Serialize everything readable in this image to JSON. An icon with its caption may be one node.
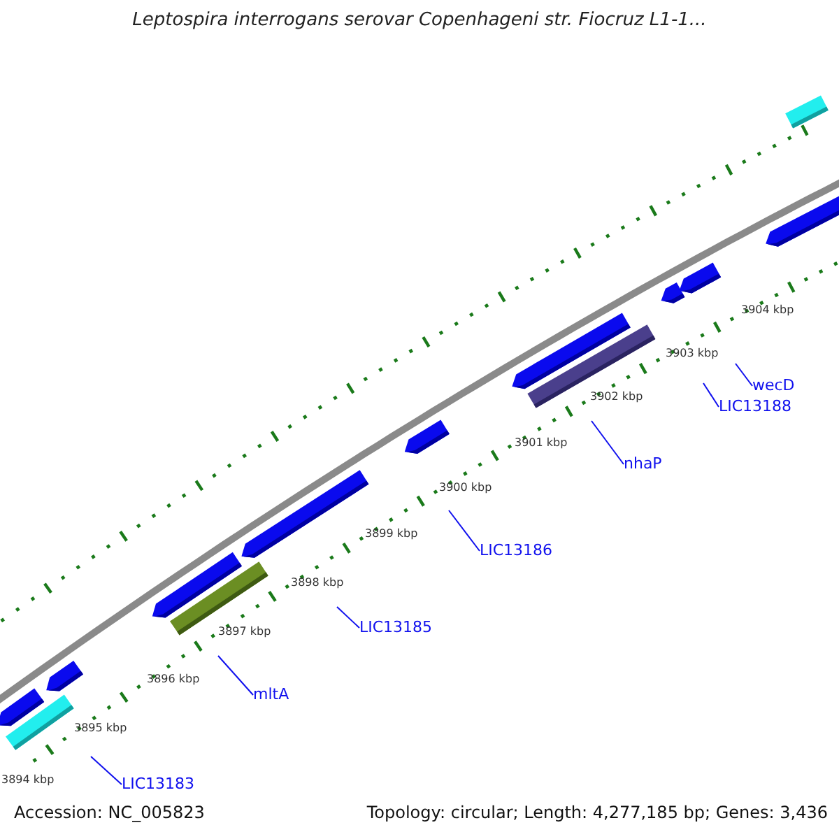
{
  "diagram": {
    "title": "Leptospira interrogans serovar Copenhageni str. Fiocruz L1-1...",
    "nodes": [
      {
        "text": [
          "LIC13183"
        ]
      },
      {
        "text": [
          "mltA"
        ]
      },
      {
        "text": [
          "LIC13185"
        ]
      },
      {
        "text": [
          "LIC13186"
        ]
      },
      {
        "text": [
          "nhaP"
        ]
      },
      {
        "text": [
          "LIC13188"
        ]
      },
      {
        "text": [
          "wecD"
        ]
      }
    ],
    "edges": [
      {
        "from": 0,
        "to": null,
        "arrow": "none"
      },
      {
        "from": 1,
        "to": null,
        "arrow": "none"
      },
      {
        "from": 2,
        "to": null,
        "arrow": "none"
      },
      {
        "from": 3,
        "to": null,
        "arrow": "none"
      },
      {
        "from": 4,
        "to": null,
        "arrow": "none"
      },
      {
        "from": 5,
        "to": null,
        "arrow": "none"
      },
      {
        "from": 6,
        "to": null,
        "arrow": "none"
      }
    ],
    "labels": [
      "3894 kbp",
      "3895 kbp",
      "3896 kbp",
      "3897 kbp",
      "3898 kbp",
      "3899 kbp",
      "3900 kbp",
      "3901 kbp",
      "3902 kbp",
      "3903 kbp",
      "3904 kbp",
      "Accession: NC_005823",
      "Topology: circular; Length: 4,277,185 bp; Genes: 3,436"
    ]
  }
}
